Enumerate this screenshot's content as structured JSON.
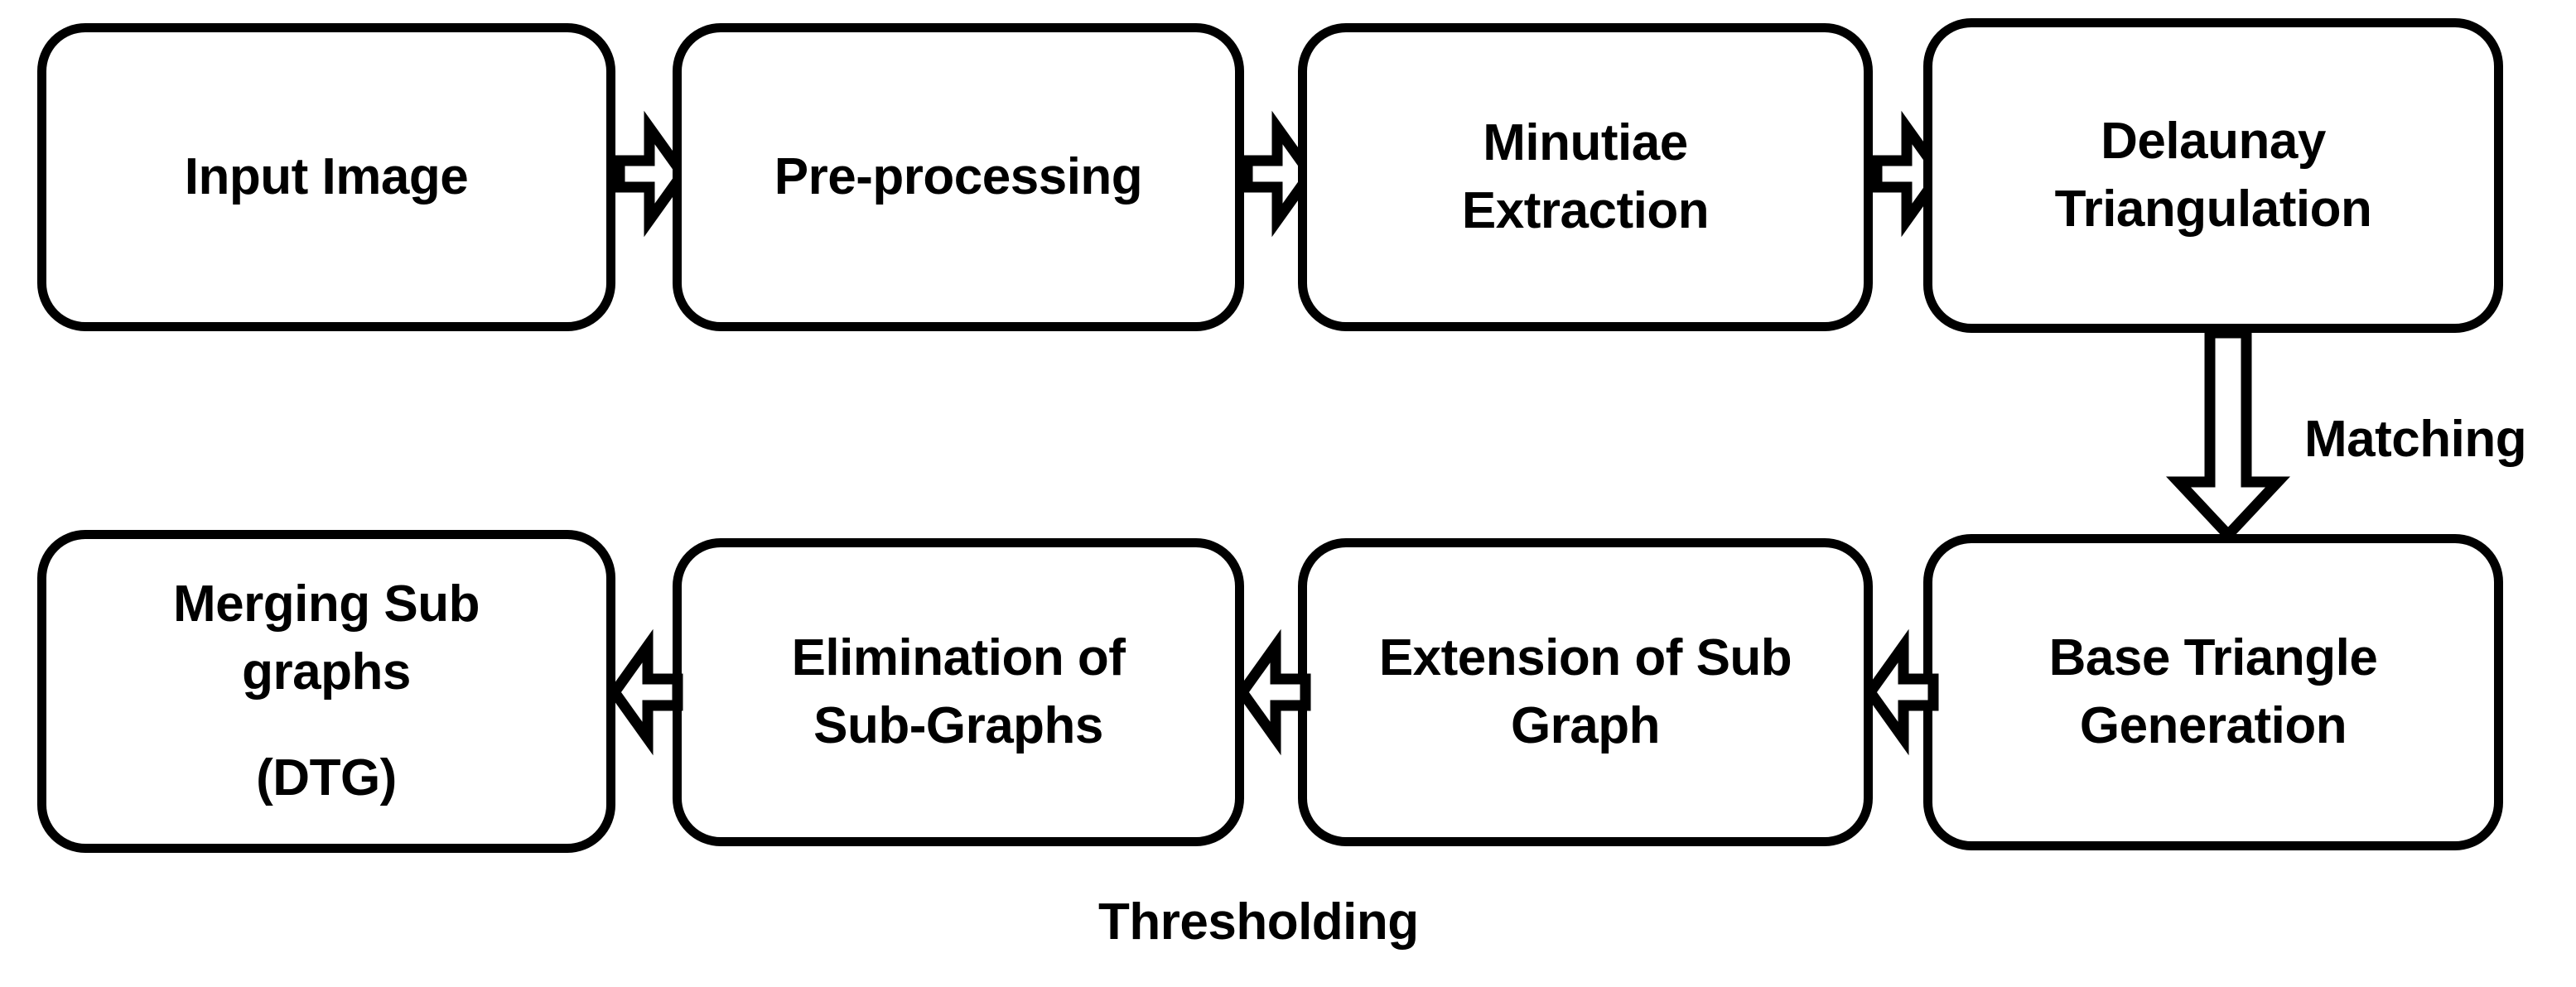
{
  "diagram": {
    "title_text_present": false,
    "background_color": "#ffffff",
    "stroke_color": "#000000",
    "nodes": [
      {
        "id": "input-image",
        "lines": [
          "Input Image"
        ]
      },
      {
        "id": "pre-processing",
        "lines": [
          "Pre-processing"
        ]
      },
      {
        "id": "minutiae-extraction",
        "lines": [
          "Minutiae",
          "Extraction"
        ]
      },
      {
        "id": "delaunay-triangulation",
        "lines": [
          "Delaunay",
          "Triangulation"
        ]
      },
      {
        "id": "base-triangle-generation",
        "lines": [
          "Base Triangle",
          "Generation"
        ]
      },
      {
        "id": "extension-of-sub-graph",
        "lines": [
          "Extension of Sub",
          "Graph"
        ]
      },
      {
        "id": "elimination-of-sub-graphs",
        "lines": [
          "Elimination of",
          "Sub-Graphs"
        ]
      },
      {
        "id": "merging-sub-graphs-dtg",
        "lines": [
          "Merging Sub",
          "graphs",
          "(DTG)"
        ]
      }
    ],
    "labels": {
      "matching": "Matching",
      "thresholding": "Thresholding"
    },
    "node_text": {
      "input_image": "Input Image",
      "pre_processing": "Pre-processing",
      "minutiae_line1": "Minutiae",
      "minutiae_line2": "Extraction",
      "delaunay_line1": "Delaunay",
      "delaunay_line2": "Triangulation",
      "base_triangle_line1": "Base Triangle",
      "base_triangle_line2": "Generation",
      "extension_line1": "Extension of Sub",
      "extension_line2": "Graph",
      "elimination_line1": "Elimination of",
      "elimination_line2": "Sub-Graphs",
      "merging_line1": "Merging Sub",
      "merging_line2": "graphs",
      "merging_line3": "(DTG)"
    },
    "flow": {
      "top_row_direction": "left-to-right",
      "bottom_row_direction": "right-to-left",
      "vertical_connector": "Matching",
      "bottom_caption": "Thresholding"
    }
  }
}
